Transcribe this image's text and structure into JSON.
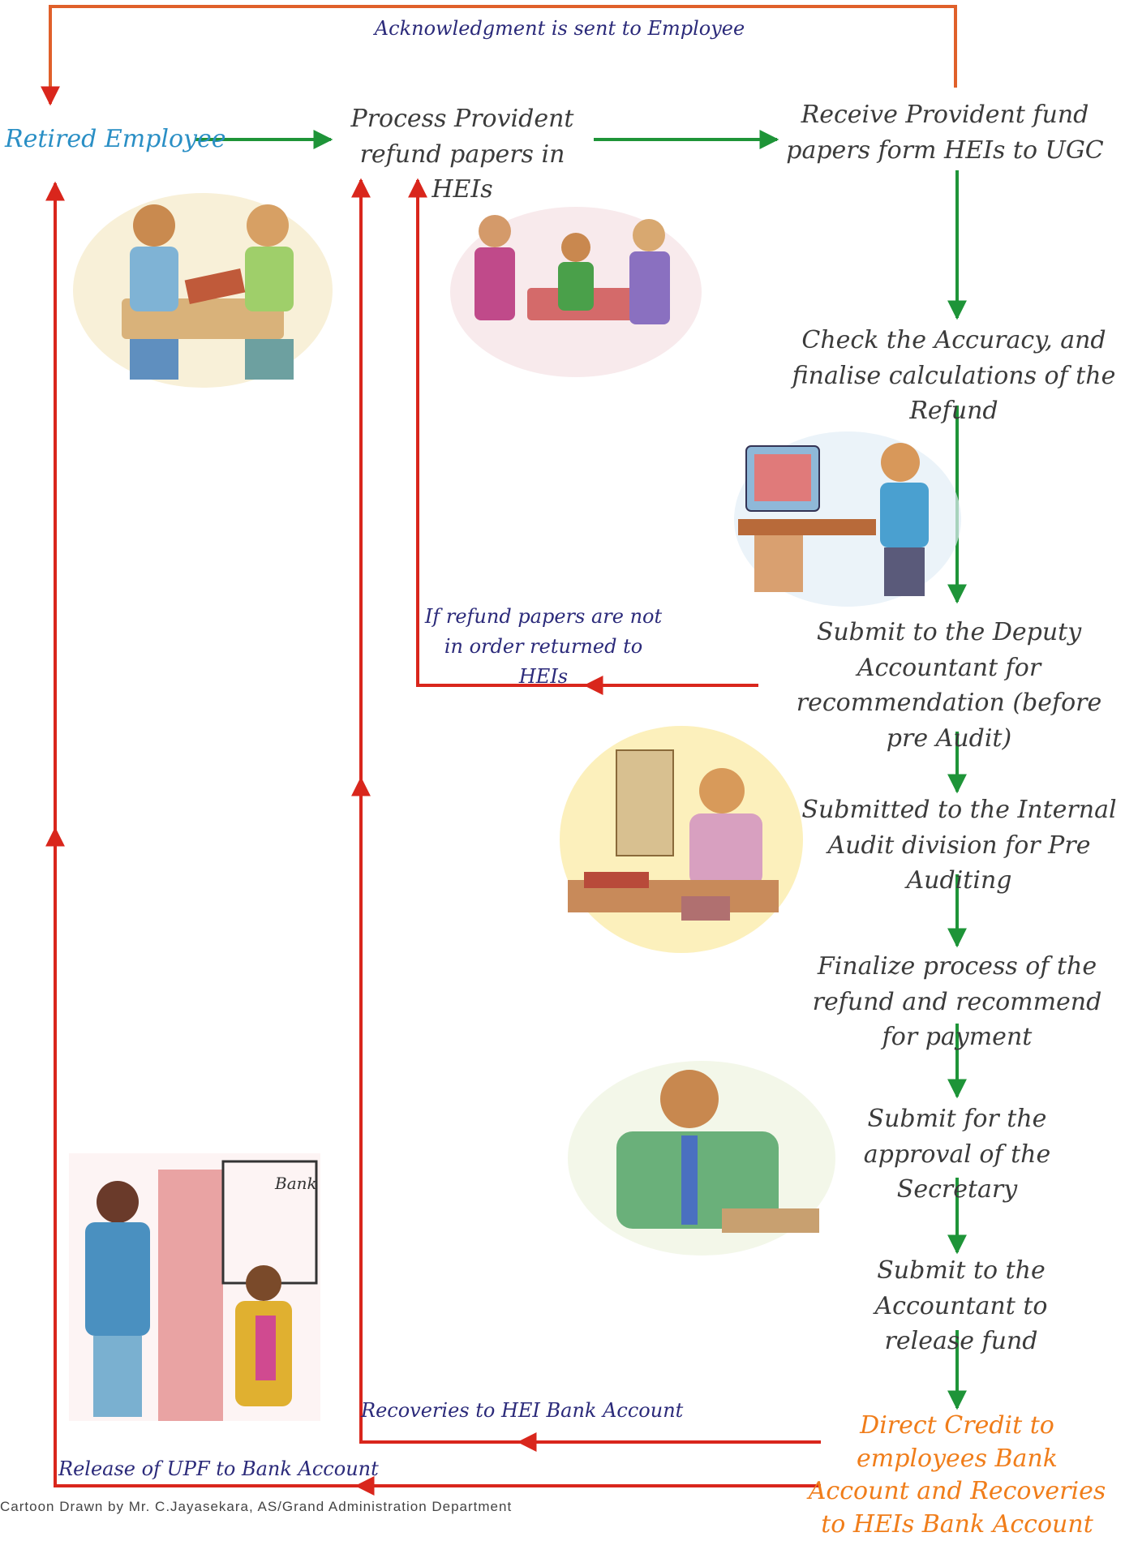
{
  "colors": {
    "forward_arrow": "#1e9438",
    "return_arrow": "#d9261c",
    "ack_arrow": "#e0602a",
    "retired_employee": "#2a8fc5",
    "final_step": "#f07d1a",
    "step_text": "#3b3b3b",
    "note_text": "#2b2a7a"
  },
  "nodes": {
    "retired_employee": "Retired Employee",
    "process_papers": "Process Provident refund papers in HEIs",
    "receive_papers": "Receive Provident fund papers form HEIs to UGC",
    "check_accuracy": "Check the Accuracy, and finalise calculations of the Refund",
    "submit_deputy": "Submit to the Deputy Accountant for recommendation (before pre Audit)",
    "internal_audit": "Submitted to the Internal Audit division for Pre Auditing",
    "finalize_refund": "Finalize process of the refund and recommend for payment",
    "secretary_approval": "Submit for the approval of the Secretary",
    "submit_accountant": "Submit to the Accountant to release fund",
    "direct_credit": "Direct Credit to employees Bank Account and Recoveries to HEIs Bank Account"
  },
  "notes": {
    "acknowledgment": "Acknowledgment is sent to Employee",
    "not_in_order": "If refund papers are not in order returned to HEIs",
    "recoveries": "Recoveries to HEI Bank Account",
    "release_upf": "Release of UPF to Bank Account"
  },
  "illustrations": {
    "handover": "two-men-exchanging-papers-illustration",
    "hei_office": "three-staff-reviewing-papers-illustration",
    "computer_clerk": "clerk-at-computer-illustration",
    "desk_reader": "officer-reading-at-desk-illustration",
    "thinking_officer": "officer-thinking-illustration",
    "bank_visit": "employees-visiting-bank-illustration",
    "bank_sign": "Bank"
  },
  "credit": "Cartoon Drawn by Mr. C.Jayasekara, AS/Grand Administration Department"
}
